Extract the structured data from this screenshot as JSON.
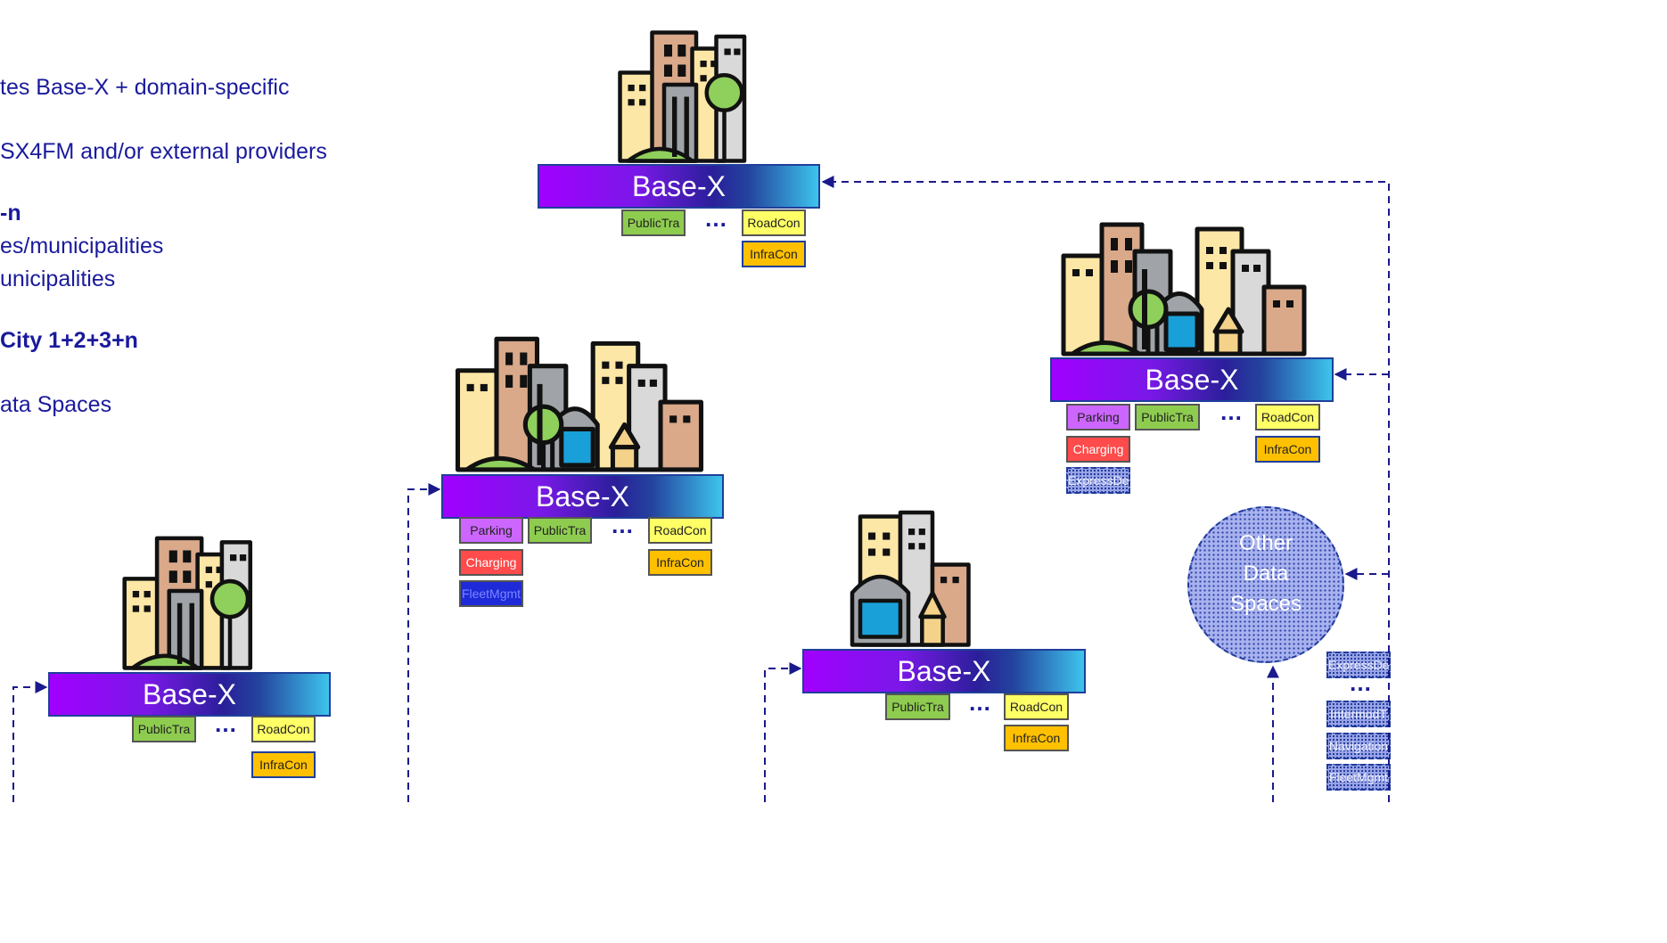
{
  "bullets": [
    {
      "text": "tes Base-X + domain-specific",
      "bold": false
    },
    {
      "text": "SX4FM and/or external providers",
      "bold": false
    },
    {
      "text": "-n",
      "bold": true
    },
    {
      "text": "es/municipalities",
      "bold": false
    },
    {
      "text": "unicipalities",
      "bold": false
    },
    {
      "text": "City 1+2+3+n",
      "bold": true
    },
    {
      "text": "ata Spaces",
      "bold": false
    }
  ],
  "base_label": "Base-X",
  "ellipsis": "…",
  "tags": {
    "public_transport": "PublicTra",
    "road_con": "RoadCon",
    "infra_con": "InfraCon",
    "parking": "Parking",
    "charging": "Charging",
    "fleet_mgmt": "FleetMgmt",
    "express_del": "ExpressDel",
    "intermod": "IntermodT",
    "navigation": "Navigation"
  },
  "other_data_spaces": [
    "Other",
    "Data",
    "Spaces"
  ],
  "colors": {
    "text_navy": "#1a1a9c",
    "connector": "#1a1a8c",
    "bar_gradient": [
      "#a100ff",
      "#2a1f9a",
      "#3dc4ec"
    ],
    "tag_green": "#8ecc4f",
    "tag_yellow": "#ffff66",
    "tag_orange": "#ffc000",
    "tag_purple": "#cc66ff",
    "tag_red": "#ff4b4b",
    "tag_blue": "#1e2ad8"
  },
  "icons": [
    "city-skyline-icon",
    "arrowhead-icon"
  ]
}
